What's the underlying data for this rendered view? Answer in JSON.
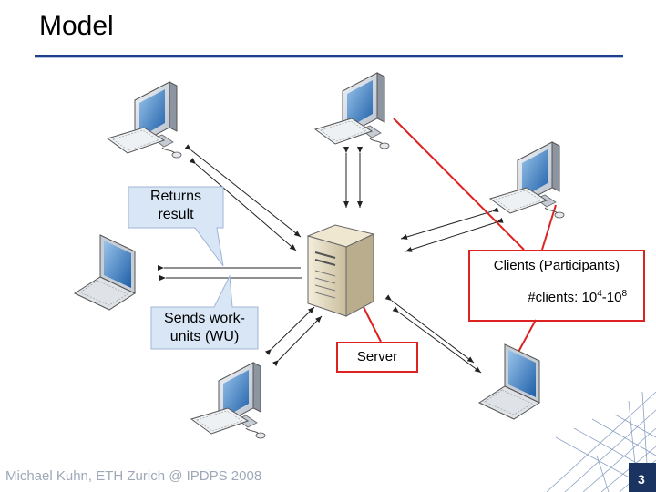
{
  "slide": {
    "title": "Model",
    "footer": "Michael Kuhn, ETH Zurich @ IPDPS 2008",
    "page_number": "3"
  },
  "callouts": {
    "returns_line1": "Returns",
    "returns_line2": "result",
    "sends_line1": "Sends work-",
    "sends_line2": "units (WU)"
  },
  "labels": {
    "clients": "Clients (Participants)",
    "count_prefix": "#clients: 10",
    "count_exp1": "4",
    "count_sep": "-10",
    "count_exp2": "8",
    "server": "Server"
  },
  "colors": {
    "title_rule": "#1f3f8f",
    "callout_fill": "#d9e6f5",
    "label_border": "#dd2222",
    "footer_text": "#9fa8b8"
  },
  "icons": [
    "desktop-computer-icon",
    "laptop-icon",
    "server-tower-icon"
  ]
}
